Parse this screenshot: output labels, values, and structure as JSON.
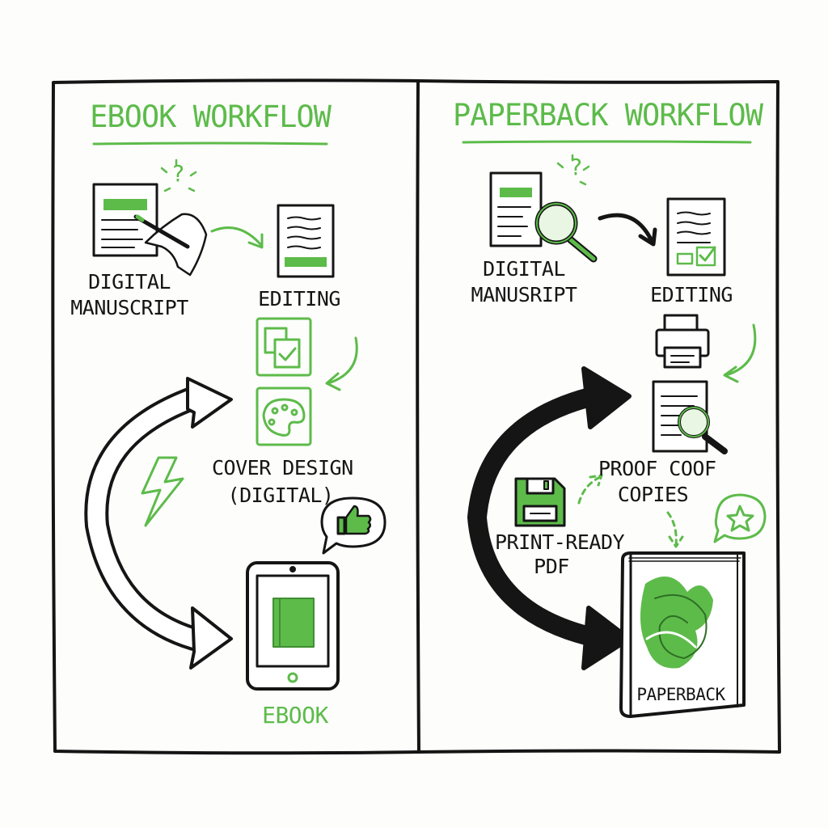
{
  "colors": {
    "accent_green": "#5dbb4a",
    "ink": "#151515"
  },
  "ebook": {
    "title": "EBOOK WORKFLOW",
    "manuscript_label_1": "DIGITAL",
    "manuscript_label_2": "MANUSCRIPT",
    "editing_label": "EDITING",
    "cover_label_1": "COVER DESIGN",
    "cover_label_2": "(DIGITAL)",
    "final_label": "EBOOK",
    "question_mark": "?"
  },
  "paperback": {
    "title": "PAPERBACK WORKFLOW",
    "manuscript_label_1": "DIGITAL",
    "manuscript_label_2": "MANUSRIPT",
    "editing_label": "EDITING",
    "proof_label_1": "PROOF COOF",
    "proof_label_2": "COPIES",
    "pdf_label_1": "PRINT-READY",
    "pdf_label_2": "PDF",
    "final_label": "PAPERBACK",
    "question_mark": "?"
  }
}
